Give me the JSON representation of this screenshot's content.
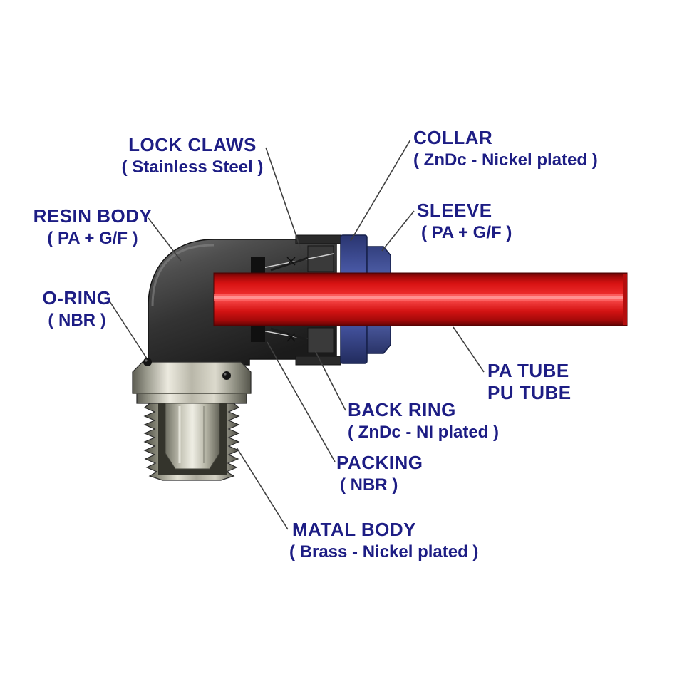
{
  "page": {
    "background": "#ffffff",
    "description": "Cross-section diagram of a push-in elbow pneumatic tube fitting with part callouts"
  },
  "colors": {
    "label": "#1d1d84",
    "leader": "#3f3f3f",
    "tube_red": "#e01414",
    "resin_body_dark": "#3a3a3a",
    "collar_blue": "#3d4c96",
    "sleeve_blue": "#5063b2",
    "metal_silver": "#c9c8ba",
    "seal_black": "#141414"
  },
  "labels": {
    "lock_claws": {
      "title": "LOCK CLAWS",
      "subtitle": "( Stainless Steel )"
    },
    "collar": {
      "title": "COLLAR",
      "subtitle": "( ZnDc - Nickel plated )"
    },
    "sleeve": {
      "title": "SLEEVE",
      "subtitle": "( PA + G/F )"
    },
    "resin_body": {
      "title": "RESIN BODY",
      "subtitle": "( PA + G/F )"
    },
    "o_ring": {
      "title": "O-RING",
      "subtitle": "( NBR )"
    },
    "pa_tube": {
      "title": "PA TUBE",
      "subtitle": "PU TUBE"
    },
    "back_ring": {
      "title": "BACK RING",
      "subtitle": "( ZnDc - NI plated )"
    },
    "packing": {
      "title": "PACKING",
      "subtitle": "( NBR )"
    },
    "metal_body": {
      "title": "MATAL BODY",
      "subtitle": "( Brass - Nickel plated )"
    }
  }
}
